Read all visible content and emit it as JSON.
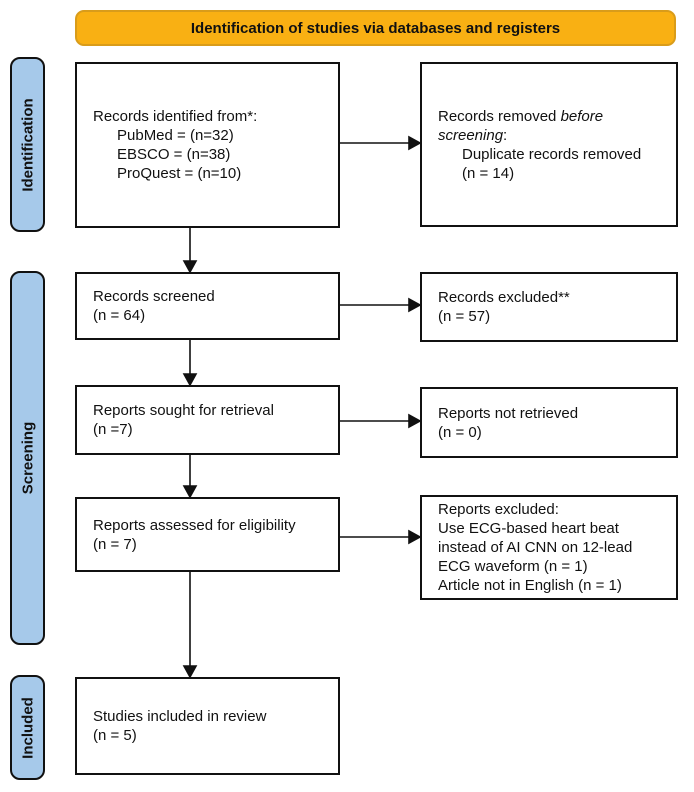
{
  "banner": {
    "title": "Identification of studies via databases and registers"
  },
  "stages": {
    "identification": {
      "label": "Identification"
    },
    "screening": {
      "label": "Screening"
    },
    "included": {
      "label": "Included"
    }
  },
  "boxes": {
    "records_identified": {
      "title": "Records identified from*:",
      "items": [
        "PubMed = (n=32)",
        "EBSCO = (n=38)",
        "ProQuest = (n=10)"
      ]
    },
    "records_removed": {
      "prefix": "Records removed ",
      "italic": "before screening",
      "suffix": ":",
      "items": [
        "Duplicate records removed",
        "(n = 14)"
      ]
    },
    "records_screened": {
      "line1": "Records screened",
      "line2": "(n = 64)"
    },
    "records_excluded": {
      "line1": "Records excluded**",
      "line2": "(n = 57)"
    },
    "reports_sought": {
      "line1": "Reports sought for retrieval",
      "line2": "(n =7)"
    },
    "reports_not_retrieved": {
      "line1": "Reports not retrieved",
      "line2": "(n = 0)"
    },
    "reports_assessed": {
      "line1": "Reports assessed for eligibility",
      "line2": "(n = 7)"
    },
    "reports_excluded": {
      "lines": [
        "Reports excluded:",
        "Use ECG-based heart beat",
        "instead of AI CNN on 12-lead",
        "ECG waveform (n = 1)",
        "Article not in English (n = 1)"
      ]
    },
    "studies_included": {
      "line1": "Studies included in review",
      "line2": "(n = 5)"
    }
  },
  "colors": {
    "banner_fill": "#F9B013",
    "banner_border": "#D99C1A",
    "stage_fill": "#A6C9EA",
    "box_border": "#111111",
    "arrow": "#111111"
  }
}
